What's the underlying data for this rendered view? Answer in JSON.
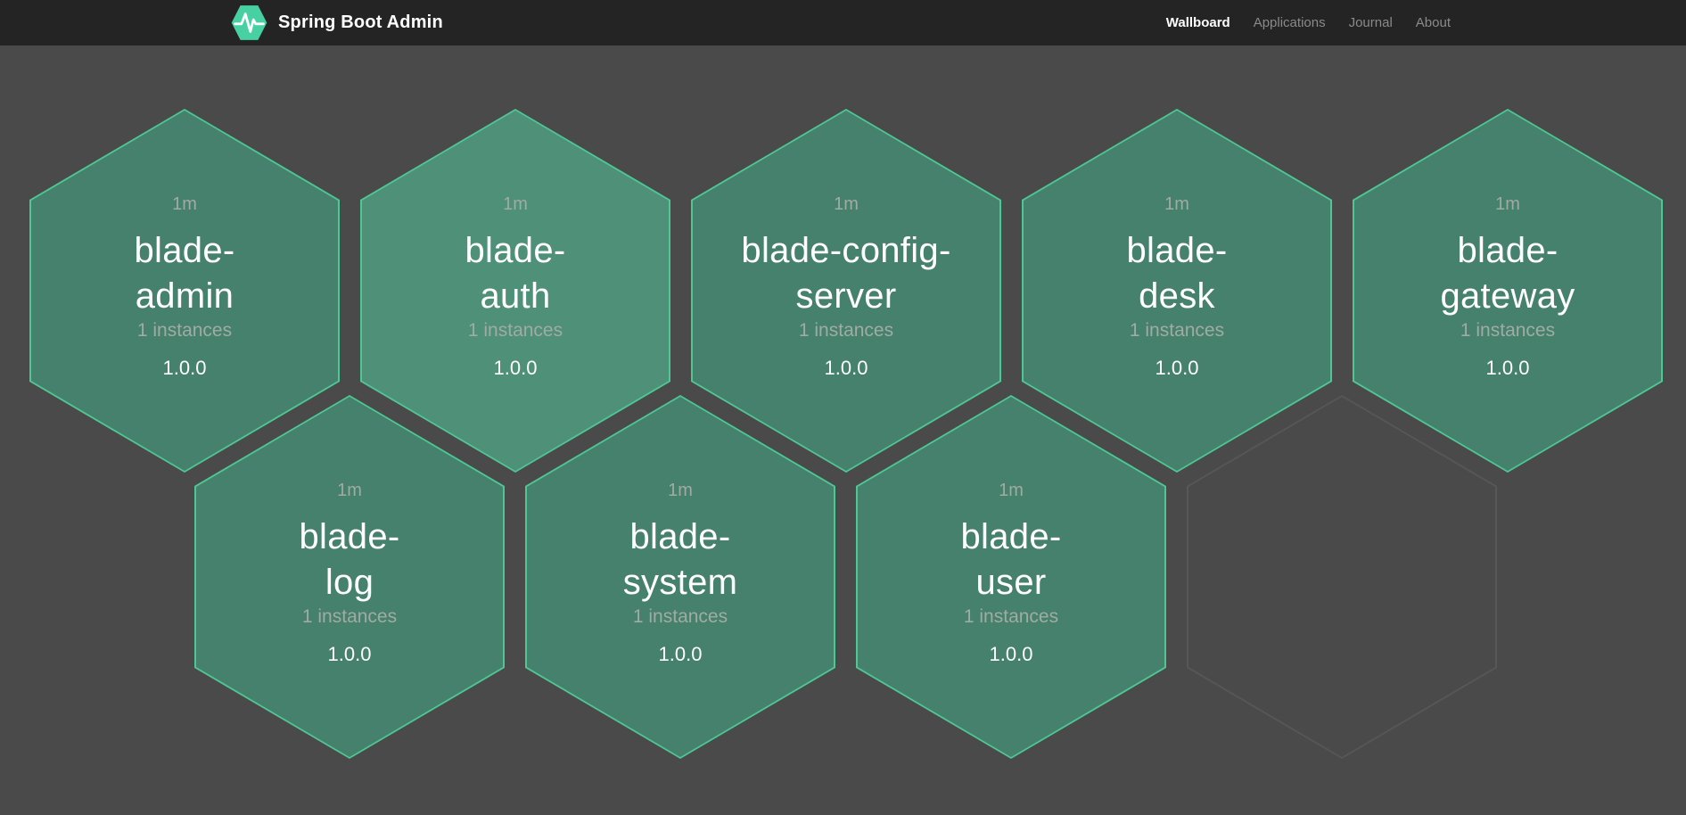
{
  "header": {
    "title": "Spring Boot Admin",
    "logo_icon": "hexagon-pulse-icon",
    "nav": [
      {
        "label": "Wallboard",
        "active": true
      },
      {
        "label": "Applications",
        "active": false
      },
      {
        "label": "Journal",
        "active": false
      },
      {
        "label": "About",
        "active": false
      }
    ]
  },
  "colors": {
    "background": "#4a4a4a",
    "header_background": "#242424",
    "hexagon_fill": "#45816c",
    "hexagon_fill_highlight": "#4f9078",
    "hexagon_border": "#4ec795",
    "empty_hexagon_border": "#575757",
    "muted_text": "#a0aba4",
    "logo_green": "#47d1a2",
    "nav_inactive": "#8a8a8a"
  },
  "wallboard": {
    "applications": [
      {
        "name": "blade-admin",
        "name_display": "blade-\nadmin",
        "uptime": "1m",
        "instances": "1 instances",
        "version": "1.0.0",
        "row": 0,
        "col": 0,
        "highlight": false
      },
      {
        "name": "blade-auth",
        "name_display": "blade-\nauth",
        "uptime": "1m",
        "instances": "1 instances",
        "version": "1.0.0",
        "row": 0,
        "col": 1,
        "highlight": true
      },
      {
        "name": "blade-config-server",
        "name_display": "blade-config-\nserver",
        "uptime": "1m",
        "instances": "1 instances",
        "version": "1.0.0",
        "row": 0,
        "col": 2,
        "highlight": false
      },
      {
        "name": "blade-desk",
        "name_display": "blade-\ndesk",
        "uptime": "1m",
        "instances": "1 instances",
        "version": "1.0.0",
        "row": 0,
        "col": 3,
        "highlight": false
      },
      {
        "name": "blade-gateway",
        "name_display": "blade-\ngateway",
        "uptime": "1m",
        "instances": "1 instances",
        "version": "1.0.0",
        "row": 0,
        "col": 4,
        "highlight": false
      },
      {
        "name": "blade-log",
        "name_display": "blade-\nlog",
        "uptime": "1m",
        "instances": "1 instances",
        "version": "1.0.0",
        "row": 1,
        "col": 0,
        "highlight": false
      },
      {
        "name": "blade-system",
        "name_display": "blade-\nsystem",
        "uptime": "1m",
        "instances": "1 instances",
        "version": "1.0.0",
        "row": 1,
        "col": 1,
        "highlight": false
      },
      {
        "name": "blade-user",
        "name_display": "blade-\nuser",
        "uptime": "1m",
        "instances": "1 instances",
        "version": "1.0.0",
        "row": 1,
        "col": 2,
        "highlight": false
      }
    ],
    "empty_slots": [
      {
        "row": 1,
        "col": 3
      }
    ]
  }
}
